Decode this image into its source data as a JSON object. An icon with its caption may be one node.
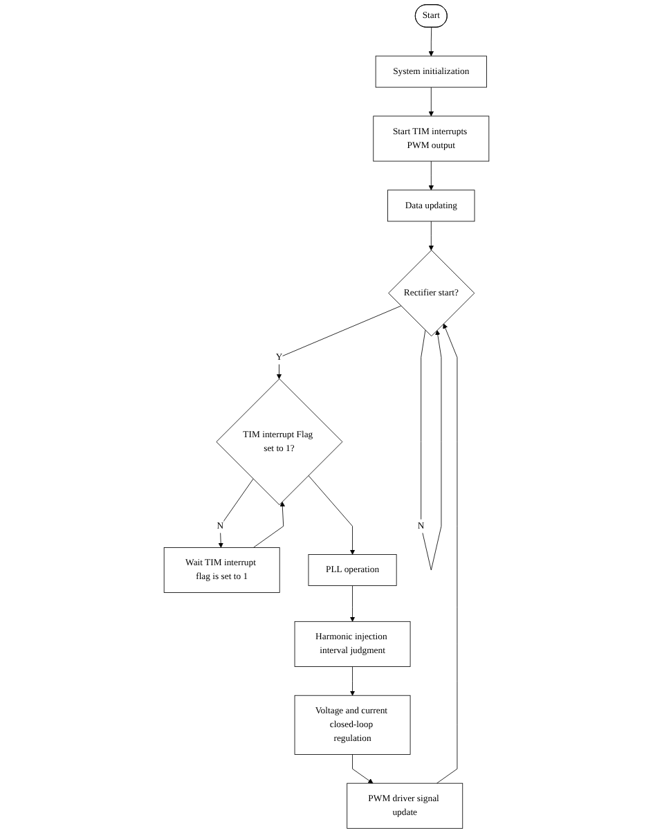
{
  "diagram": {
    "nodes": [
      {
        "text": [
          "Start"
        ]
      },
      {
        "text": [
          "System initialization"
        ]
      },
      {
        "text": [
          "Start TIM interrupts PWM output"
        ]
      },
      {
        "text": [
          "Data updating"
        ]
      },
      {
        "text": [
          "Rectifier start?"
        ]
      },
      {
        "text": [
          "TIM interrupt Flag set to 1?"
        ]
      },
      {
        "text": [
          "Wait TIM interrupt flag is set to 1"
        ]
      },
      {
        "text": [
          "PLL operation"
        ]
      },
      {
        "text": [
          "Harmonic injection interval judgment"
        ]
      },
      {
        "text": [
          "Voltage and current closed-loop regulation"
        ]
      },
      {
        "text": [
          "PWM driver signal update"
        ]
      }
    ],
    "edges": [
      {
        "from": 0,
        "to": 1,
        "arrow": "to"
      },
      {
        "from": 1,
        "to": 2,
        "arrow": "to"
      },
      {
        "from": 2,
        "to": 3,
        "arrow": "to"
      },
      {
        "from": 3,
        "to": 4,
        "arrow": "to"
      },
      {
        "from": 4,
        "to": 4,
        "arrow": "to",
        "label": "N"
      },
      {
        "from": 4,
        "to": 5,
        "arrow": "to",
        "label": "Y"
      },
      {
        "from": 5,
        "to": 6,
        "arrow": "to",
        "label": "N"
      },
      {
        "from": 6,
        "to": 5,
        "arrow": "to"
      },
      {
        "from": 5,
        "to": 7,
        "arrow": "to"
      },
      {
        "from": 7,
        "to": 8,
        "arrow": "to"
      },
      {
        "from": 8,
        "to": 9,
        "arrow": "to"
      },
      {
        "from": 9,
        "to": 10,
        "arrow": "to"
      },
      {
        "from": 10,
        "to": 4,
        "arrow": "to"
      }
    ]
  }
}
